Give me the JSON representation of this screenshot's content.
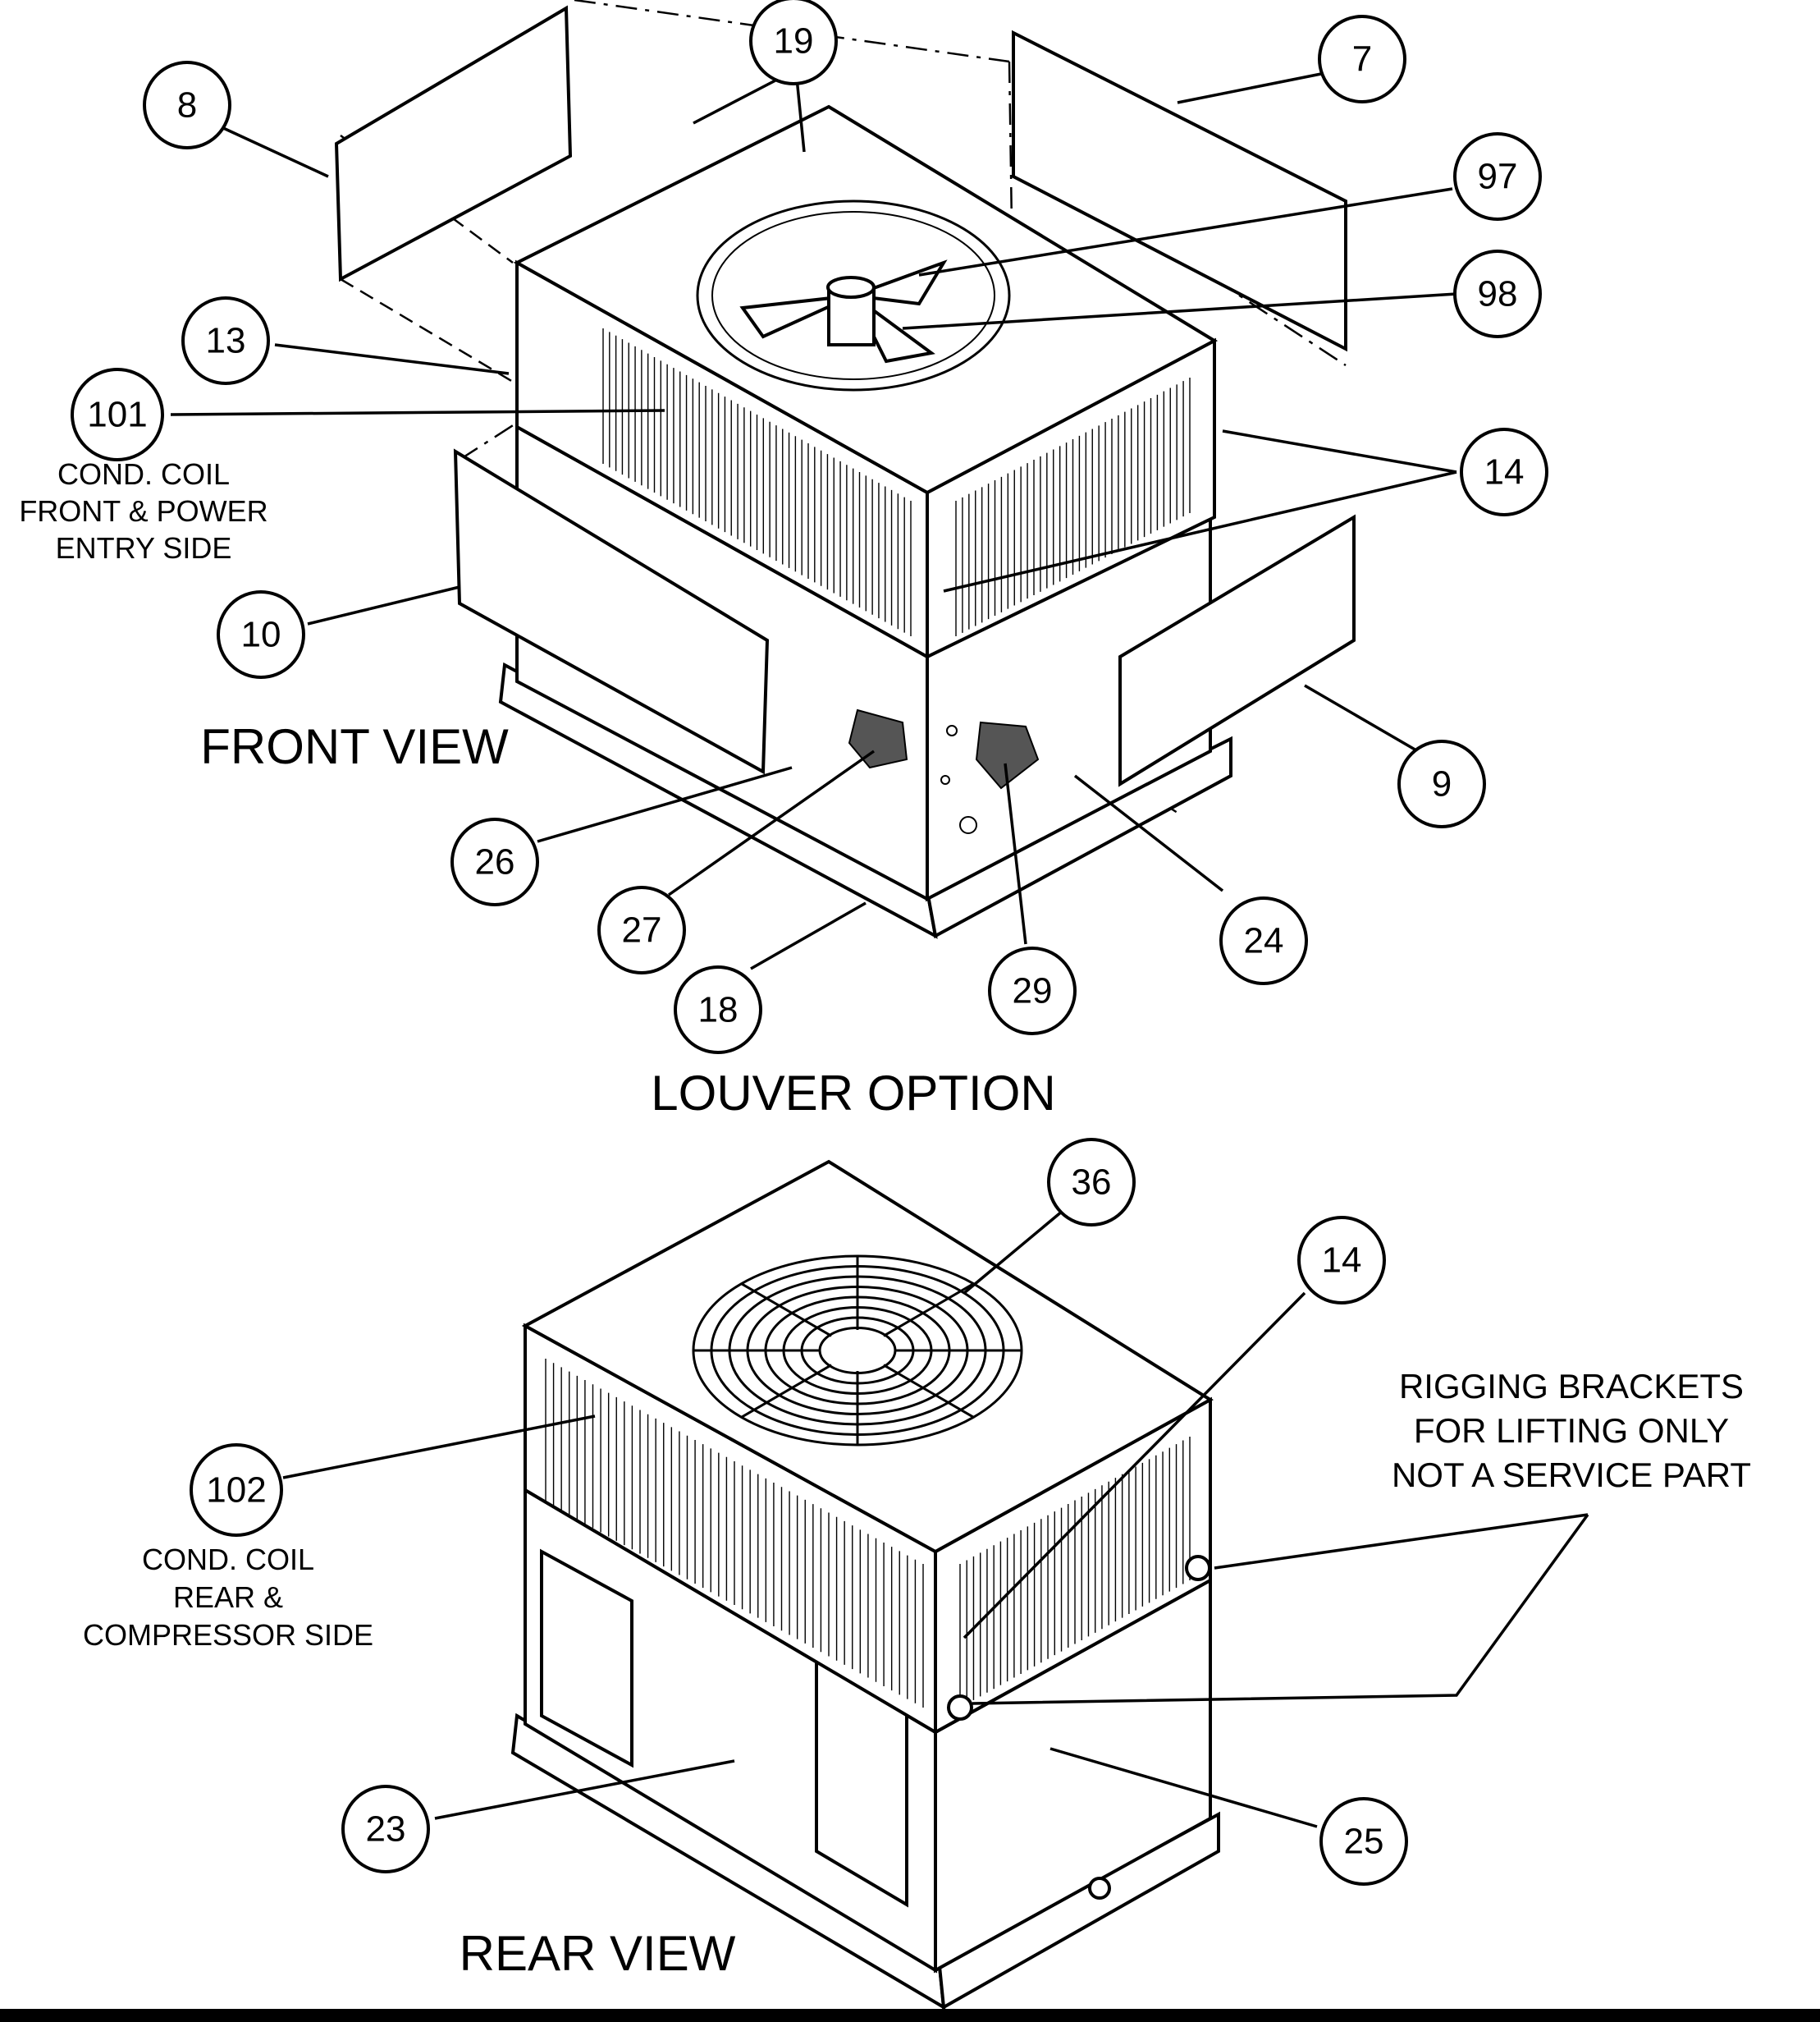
{
  "views": {
    "front": {
      "title": "FRONT VIEW",
      "subtitle": "LOUVER OPTION"
    },
    "rear": {
      "title": "REAR VIEW"
    }
  },
  "callouts": [
    {
      "id": "c19",
      "label": "19"
    },
    {
      "id": "c8",
      "label": "8"
    },
    {
      "id": "c7",
      "label": "7"
    },
    {
      "id": "c97",
      "label": "97"
    },
    {
      "id": "c98",
      "label": "98"
    },
    {
      "id": "c13",
      "label": "13"
    },
    {
      "id": "c101",
      "label": "101"
    },
    {
      "id": "c14a",
      "label": "14"
    },
    {
      "id": "c10",
      "label": "10"
    },
    {
      "id": "c9",
      "label": "9"
    },
    {
      "id": "c26",
      "label": "26"
    },
    {
      "id": "c27",
      "label": "27"
    },
    {
      "id": "c24",
      "label": "24"
    },
    {
      "id": "c29",
      "label": "29"
    },
    {
      "id": "c18",
      "label": "18"
    },
    {
      "id": "c36",
      "label": "36"
    },
    {
      "id": "c14b",
      "label": "14"
    },
    {
      "id": "c102",
      "label": "102"
    },
    {
      "id": "c23",
      "label": "23"
    },
    {
      "id": "c25",
      "label": "25"
    }
  ],
  "notes": {
    "cond_coil_front": [
      "COND. COIL",
      "FRONT & POWER",
      "ENTRY SIDE"
    ],
    "cond_coil_rear": [
      "COND. COIL",
      "REAR &",
      "COMPRESSOR SIDE"
    ],
    "rigging": [
      "RIGGING BRACKETS",
      "FOR LIFTING ONLY",
      "NOT A SERVICE PART"
    ]
  }
}
